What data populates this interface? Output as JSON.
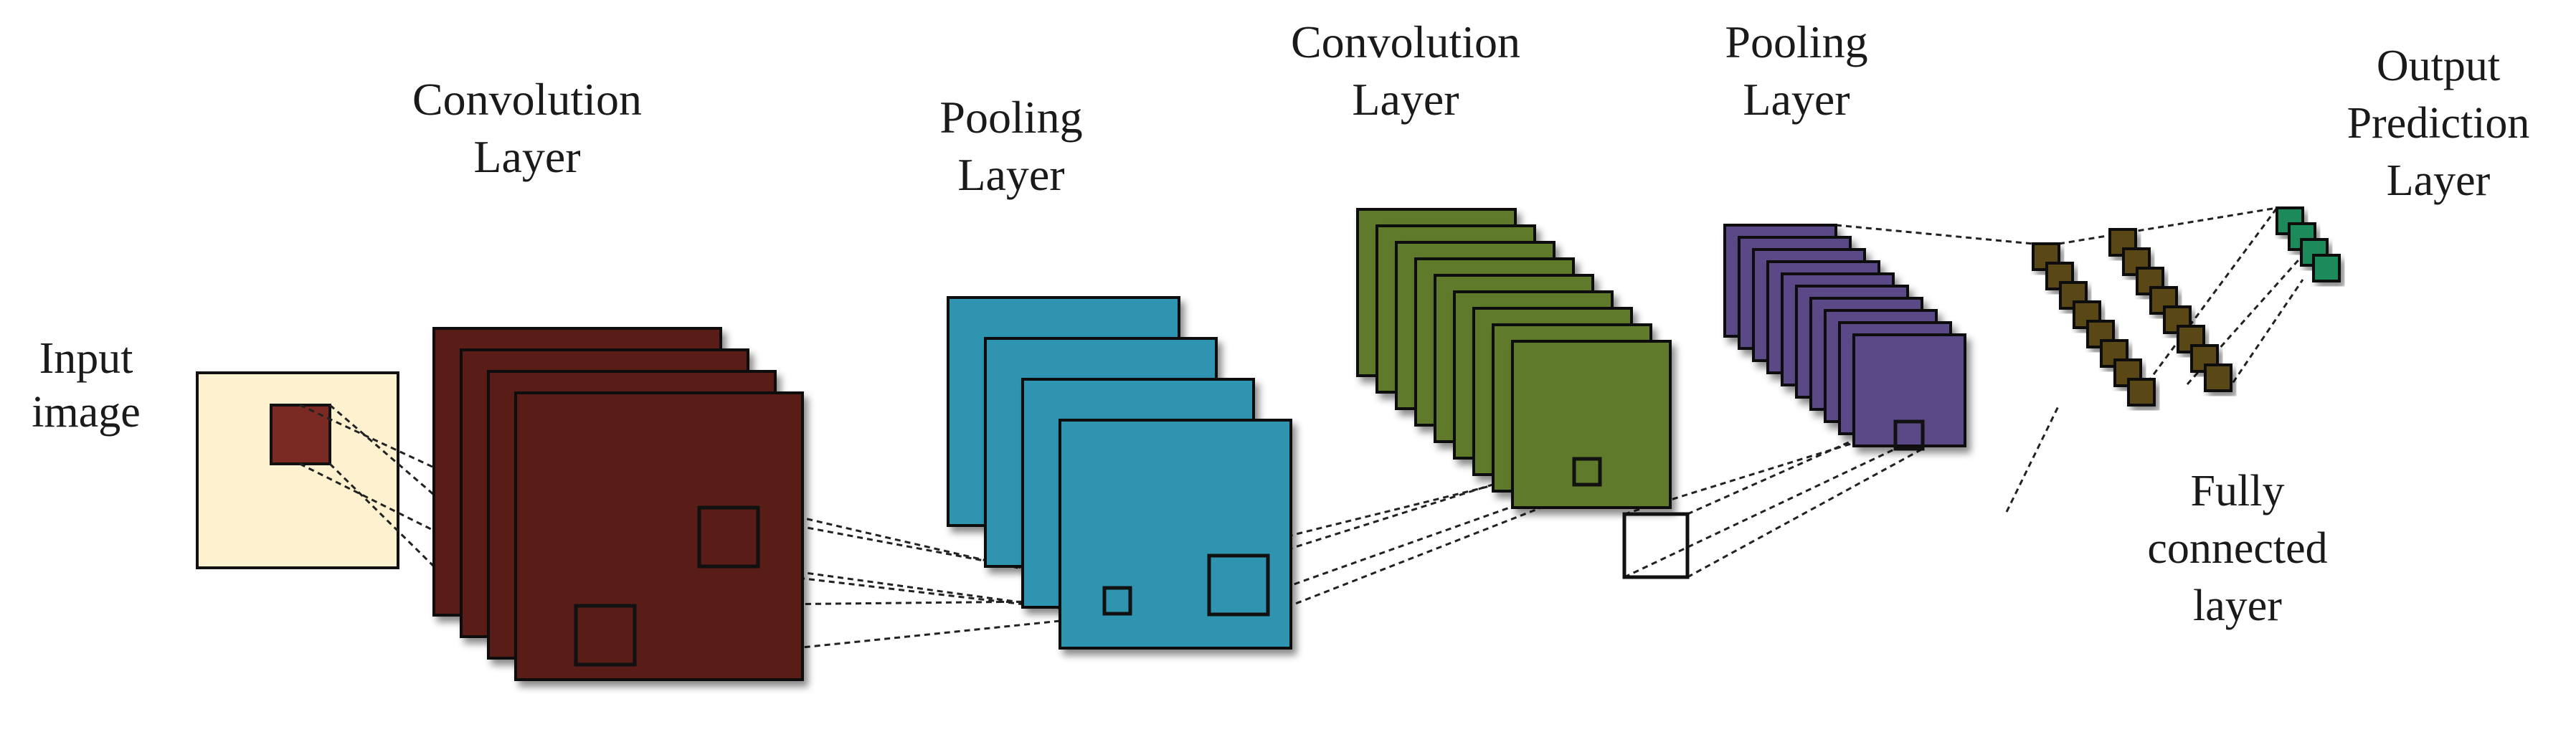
{
  "labels": {
    "input_line1": "Input",
    "input_line2": "image",
    "conv1_line1": "Convolution",
    "conv1_line2": "Layer",
    "pool1_line1": "Pooling",
    "pool1_line2": "Layer",
    "conv2_line1": "Convolution",
    "conv2_line2": "Layer",
    "pool2_line1": "Pooling",
    "pool2_line2": "Layer",
    "output_line1": "Output",
    "output_line2": "Prediction",
    "output_line3": "Layer",
    "fc_line1": "Fully",
    "fc_line2": "connected",
    "fc_line3": "layer"
  },
  "colors": {
    "input_fill": "#fdf1d0",
    "input_patch": "#7a2a22",
    "conv1": "#5a1c18",
    "pool1": "#2f94b0",
    "conv2": "#5e7a2c",
    "pool2": "#5a4a86",
    "fc": "#5a4716",
    "output": "#1c8a5a"
  },
  "layers": {
    "conv1_maps": 4,
    "pool1_maps": 4,
    "conv2_maps": 9,
    "pool2_maps": 10,
    "fc1_units": 8,
    "fc2_units": 8,
    "output_units": 4
  }
}
